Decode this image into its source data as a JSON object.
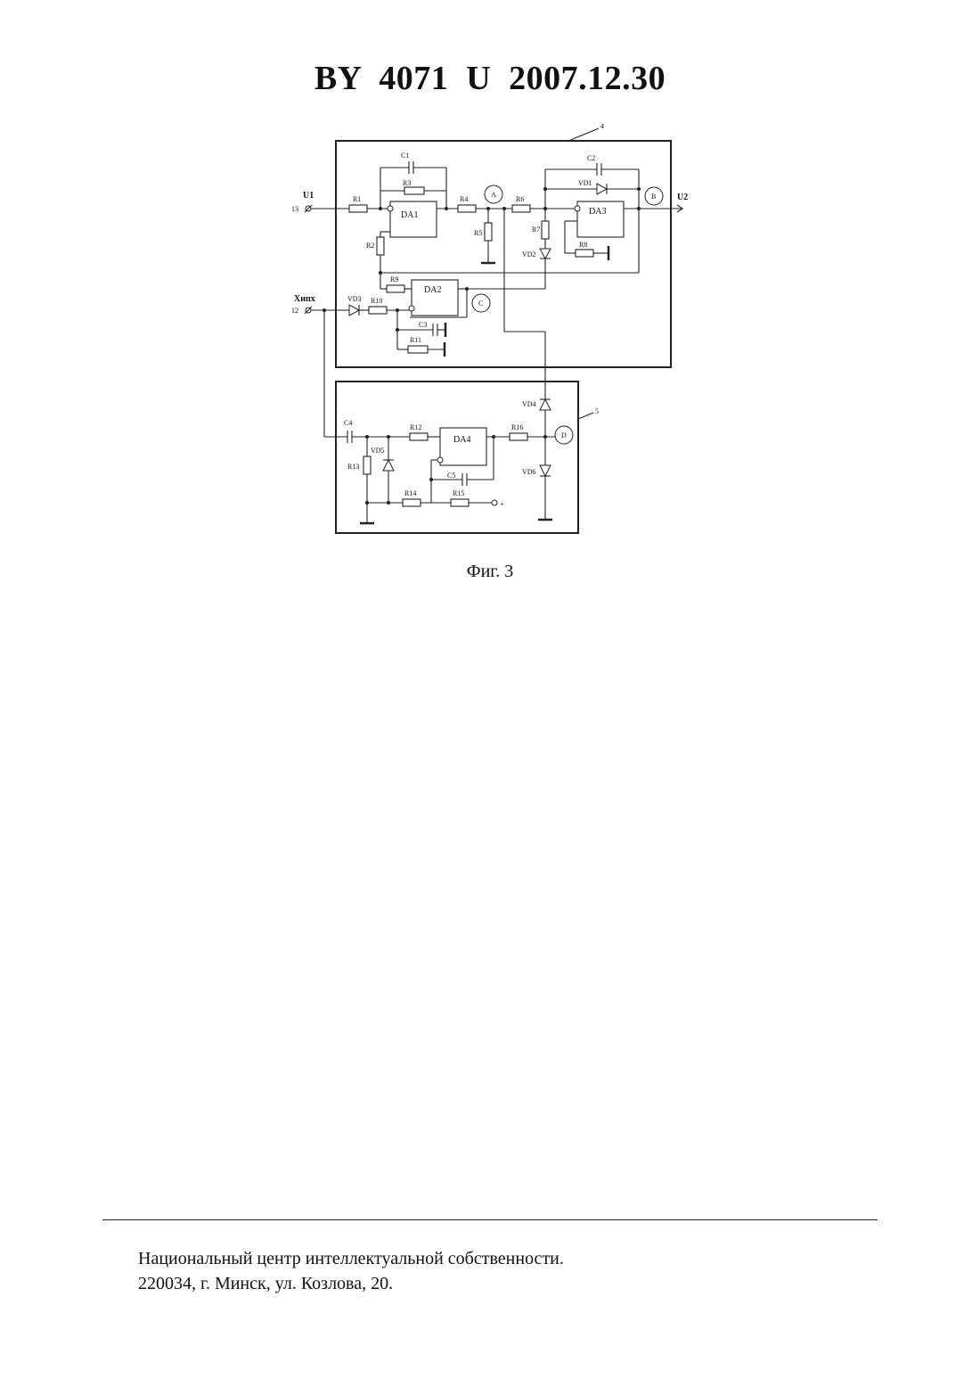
{
  "header": {
    "title": "BY  4071  U  2007.12.30"
  },
  "figure": {
    "caption": "Фиг. 3",
    "blocks": {
      "upper": "4",
      "lower": "5"
    },
    "terminals": {
      "input_label": "U1",
      "input_number": "13",
      "output_label": "U2",
      "xnpx_label": "Xнпх",
      "xnpx_number": "12",
      "plus": "+"
    },
    "nodes": {
      "a": "A",
      "b": "B",
      "c": "C",
      "d": "D"
    },
    "opamps": {
      "da1": "DA1",
      "da2": "DA2",
      "da3": "DA3",
      "da4": "DA4"
    },
    "resistors": {
      "r1": "R1",
      "r2": "R2",
      "r3": "R3",
      "r4": "R4",
      "r5": "R5",
      "r6": "R6",
      "r7": "R7",
      "r8": "R8",
      "r9": "R9",
      "r10": "R10",
      "r11": "R11",
      "r12": "R12",
      "r13": "R13",
      "r14": "R14",
      "r15": "R15",
      "r16": "R16"
    },
    "capacitors": {
      "c1": "C1",
      "c2": "C2",
      "c3": "C3",
      "c4": "C4",
      "c5": "C5"
    },
    "diodes": {
      "vd1": "VD1",
      "vd2": "VD2",
      "vd3": "VD3",
      "vd4": "VD4",
      "vd5": "VD5",
      "vd6": "VD6"
    }
  },
  "footer": {
    "line1": "Национальный центр интеллектуальной собственности.",
    "line2": "220034, г. Минск, ул. Козлова, 20."
  }
}
